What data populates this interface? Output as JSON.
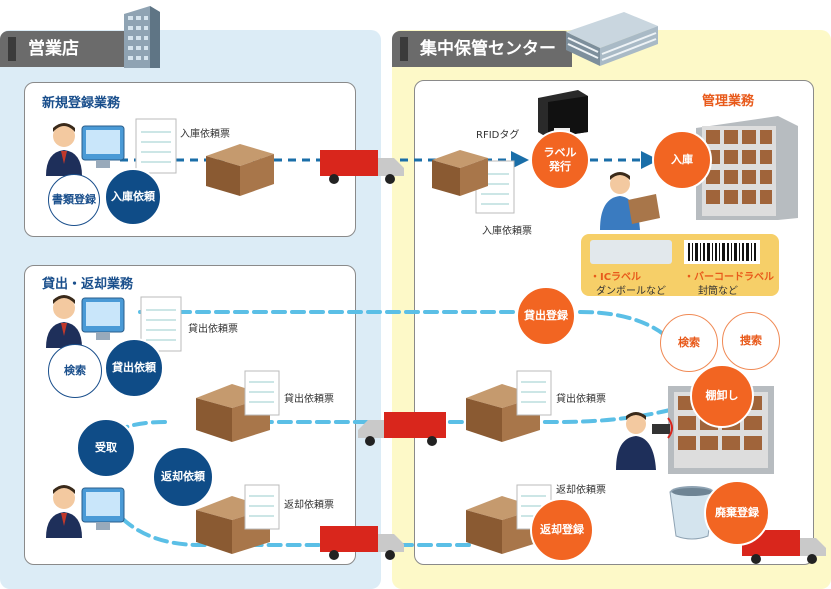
{
  "sections": {
    "store": "営業店",
    "center": "集中保管センター"
  },
  "boxes": {
    "new_registration": "新規登録業務",
    "lending_return": "貸出・返却業務",
    "management": "管理業務"
  },
  "bubbles": {
    "document_registration": "書類登録",
    "receipt_request": "入庫依頼",
    "search": "検索",
    "lending_request": "貸出依頼",
    "receive": "受取",
    "return_request": "返却依頼",
    "label_issue": "ラベル\n発行",
    "receipt": "入庫",
    "lending_registration": "貸出登録",
    "center_search": "検索",
    "center_find": "捜索",
    "inventory": "棚卸し",
    "return_registration": "返却登録",
    "disposal_registration": "廃棄登録"
  },
  "labels": {
    "receipt_request_form_1": "入庫依頼票",
    "rfid_tag": "RFIDタグ",
    "receipt_request_form_2": "入庫依頼票",
    "lending_request_form_1": "貸出依頼票",
    "lending_request_form_2": "貸出依頼票",
    "lending_request_form_3": "貸出依頼票",
    "return_request_form_1": "返却依頼票",
    "return_request_form_2": "返却依頼票"
  },
  "legend": {
    "ic_label": "・ICラベル",
    "ic_label_sub": "ダンボールなど",
    "barcode_label": "・バーコードラベル",
    "barcode_label_sub": "封筒など"
  },
  "colors": {
    "navy": "#0f4c87",
    "orange": "#f26522",
    "flow_line": "#5bbfe6",
    "panel_left": "#dcecf6",
    "panel_right": "#fdf9c8"
  }
}
